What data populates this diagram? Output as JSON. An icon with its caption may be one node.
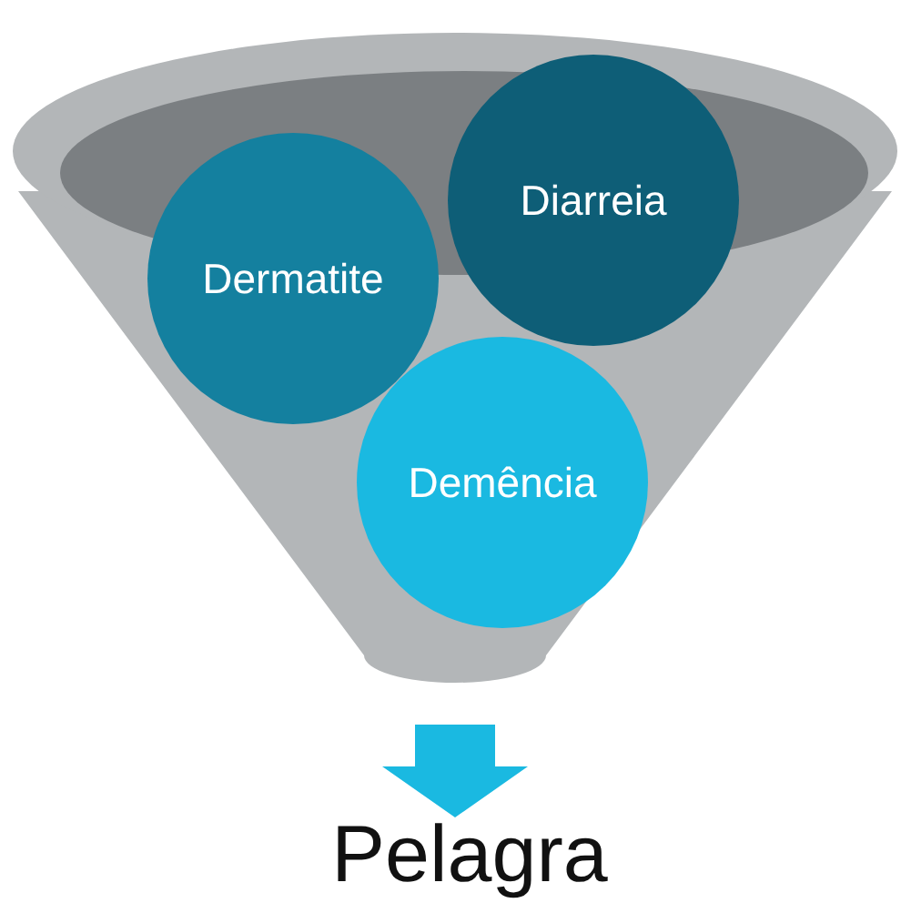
{
  "diagram": {
    "nodes": [
      {
        "text": [],
        "shape": "funnel"
      },
      {
        "text": [
          "Dermatite"
        ]
      },
      {
        "text": [
          "Diarreia"
        ]
      },
      {
        "text": [
          "Demência"
        ],
        "in": 0
      },
      {
        "text": [
          "Pelagra"
        ]
      }
    ],
    "edges": [
      {
        "from": 0,
        "to": 4,
        "arrow": "to",
        "style": "thick"
      }
    ]
  }
}
